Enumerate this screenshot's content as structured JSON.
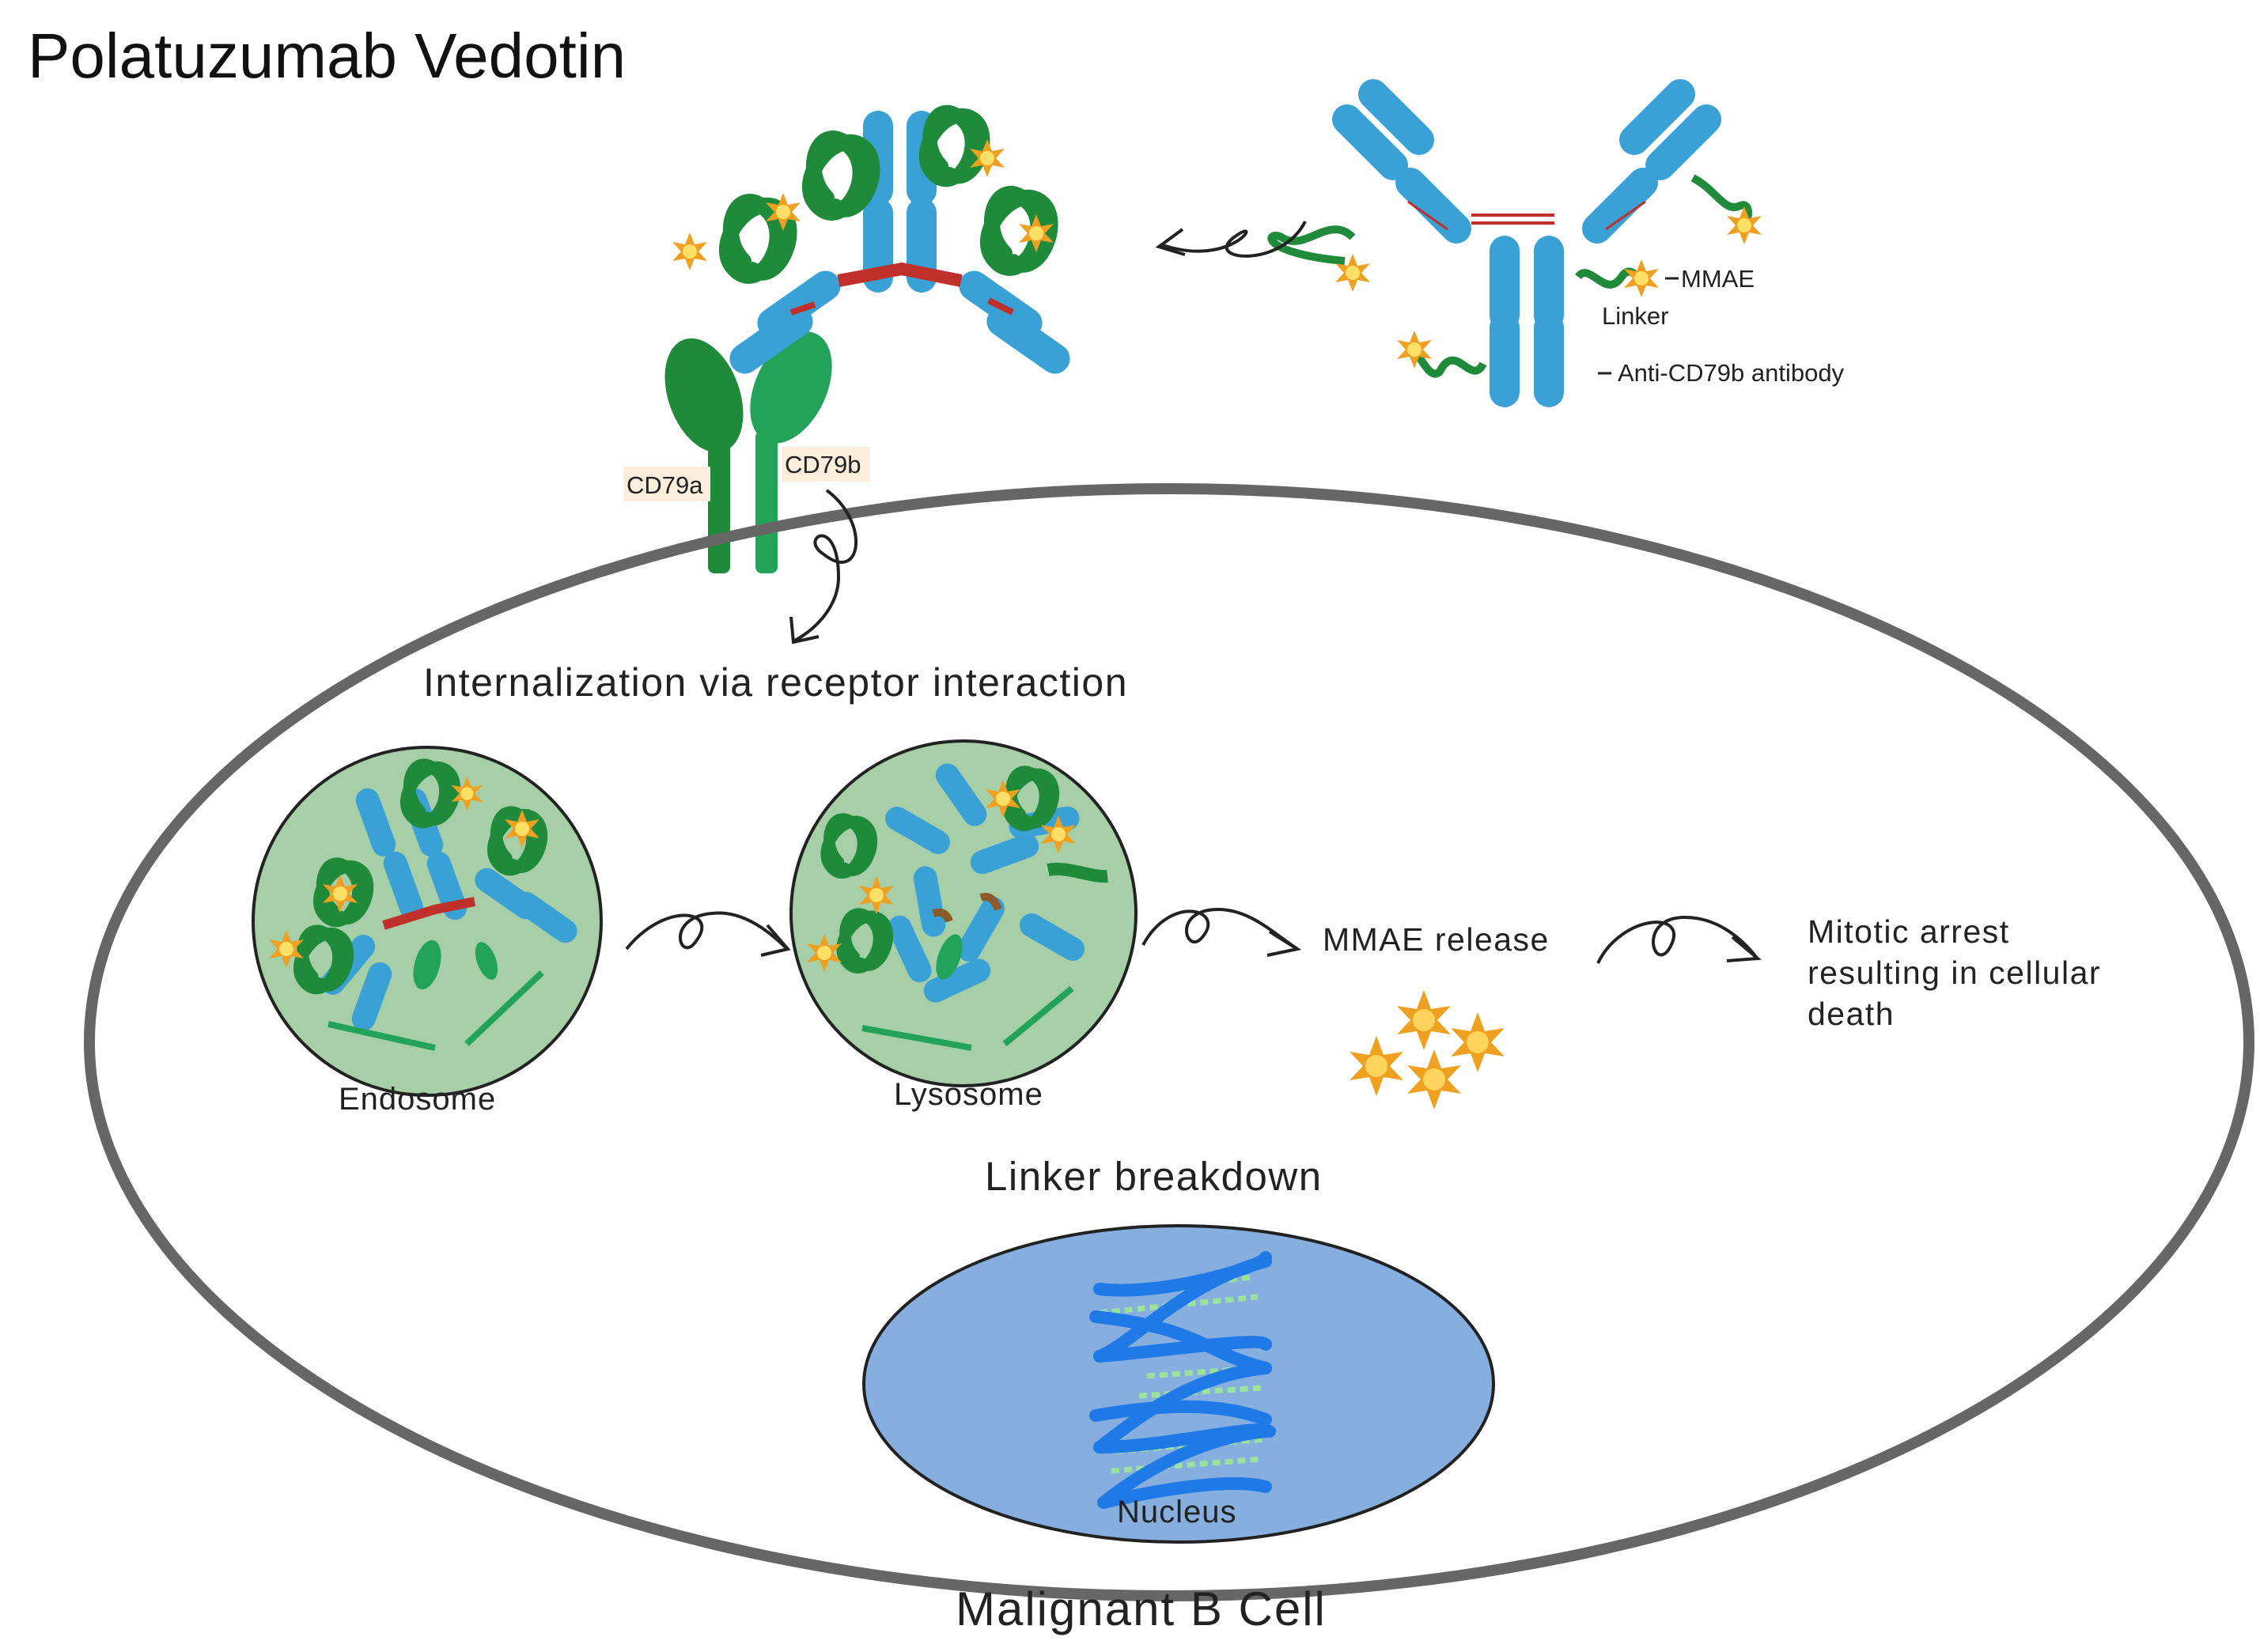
{
  "title": "Polatuzumab Vedotin",
  "labels": {
    "mmae": "MMAE",
    "linker": "Linker",
    "antibody": "Anti-CD79b antibody",
    "cd79a": "CD79a",
    "cd79b": "CD79b",
    "internalization": "Internalization via receptor interaction",
    "endosome": "Endosome",
    "lysosome": "Lysosome",
    "mmae_release": "MMAE release",
    "mitotic_line1": "Mitotic arrest",
    "mitotic_line2": "resulting in cellular",
    "mitotic_line3": "death",
    "linker_breakdown": "Linker breakdown",
    "nucleus": "Nucleus",
    "cell": "Malignant B Cell"
  },
  "colors": {
    "antibody_blue": "#3aa1d6",
    "linker_green": "#1e8a3a",
    "receptor_green": "#23a35a",
    "disulfide_red": "#c0302a",
    "payload_orange": "#f0a020",
    "payload_yellow": "#ffe066",
    "vesicle_fill": "#a6cfa8",
    "cell_outline": "#666666",
    "nucleus_fill": "#86afdf",
    "dna_blue": "#1f79e6",
    "dna_rung": "#9be39d",
    "label_bg": "#fbeedc"
  }
}
